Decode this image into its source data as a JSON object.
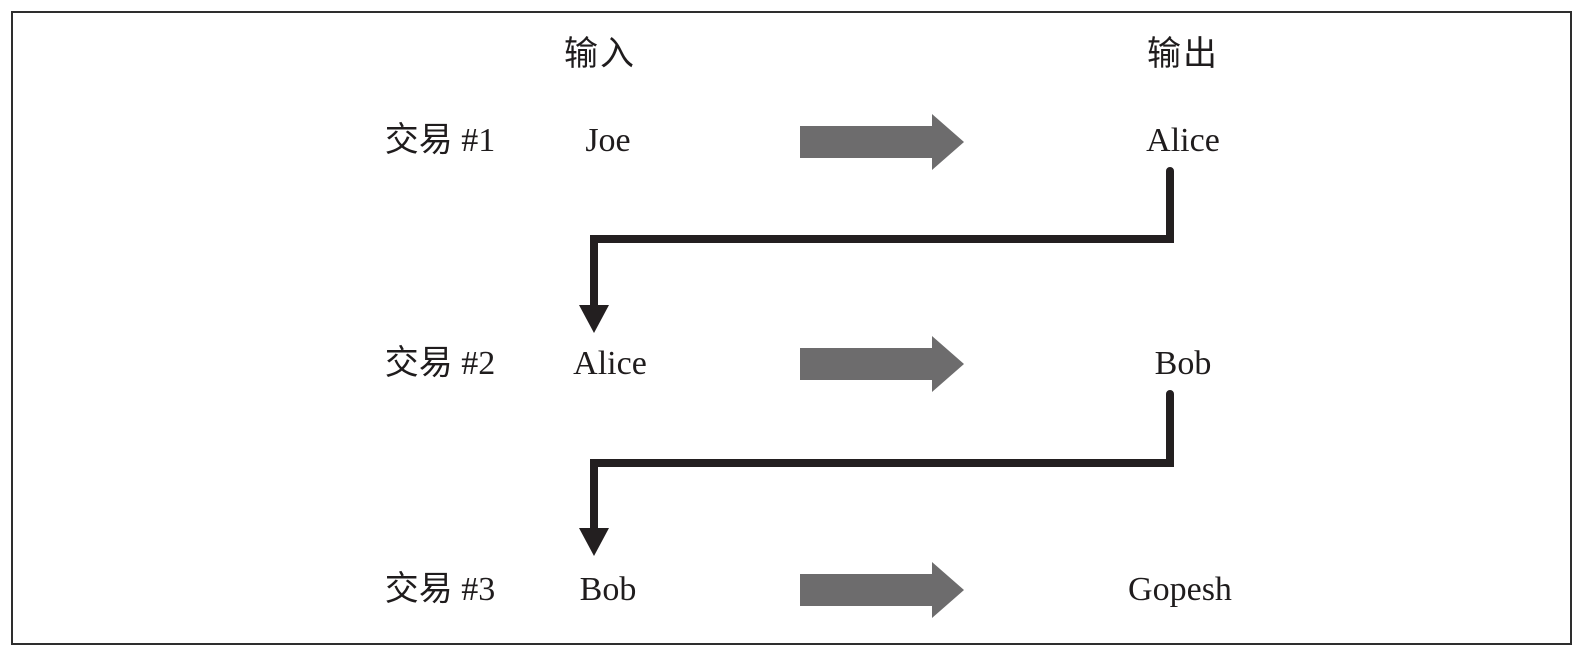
{
  "headers": {
    "input": "输入",
    "output": "输出"
  },
  "rows": [
    {
      "label": "交易 #1",
      "input": "Joe",
      "output": "Alice"
    },
    {
      "label": "交易 #2",
      "input": "Alice",
      "output": "Bob"
    },
    {
      "label": "交易 #3",
      "input": "Bob",
      "output": "Gopesh"
    }
  ],
  "connectors": [
    {
      "from_row": 1,
      "to_row": 2
    },
    {
      "from_row": 2,
      "to_row": 3
    }
  ],
  "icons": {
    "flow_arrow": "thick-right-arrow",
    "connector": "elbow-down-arrow"
  },
  "colors": {
    "background": "#ffffff",
    "border": "#2e2e2e",
    "text": "#1f1c1d",
    "arrow_gray": "#6d6c6d",
    "connector_black": "#231f20"
  }
}
